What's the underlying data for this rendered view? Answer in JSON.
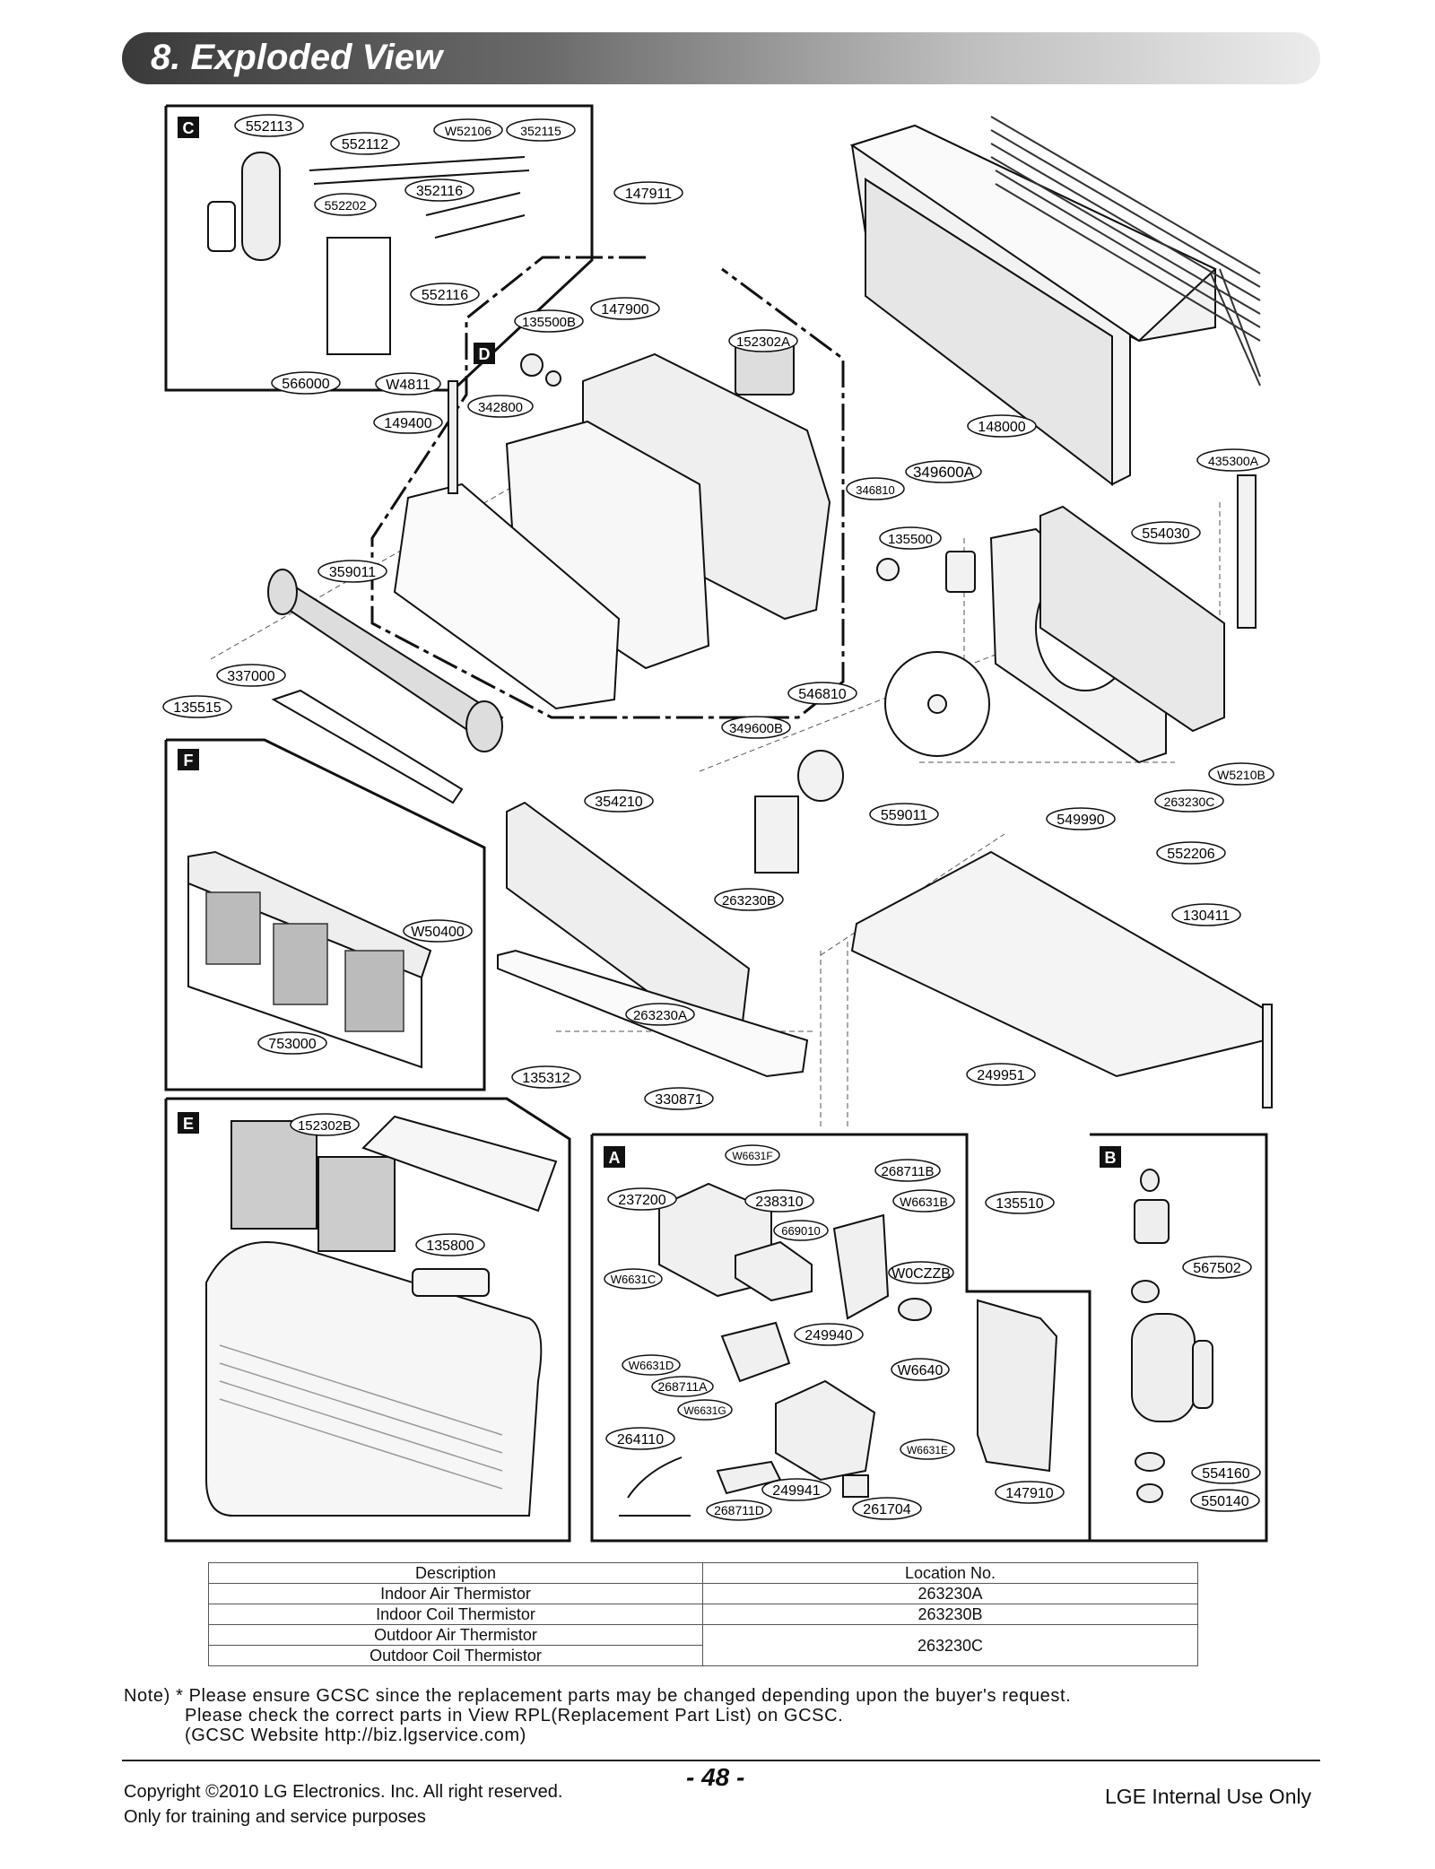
{
  "header": {
    "title": "8. Exploded View"
  },
  "sections": {
    "A": "A",
    "B": "B",
    "C": "C",
    "D": "D",
    "E": "E",
    "F": "F"
  },
  "part_labels": {
    "p552113": "552113",
    "p552112": "552112",
    "pW52106": "W52106",
    "p352115": "352115",
    "p352116": "352116",
    "p552202": "552202",
    "p552116": "552116",
    "p566000": "566000",
    "p147911": "147911",
    "p147900": "147900",
    "p135500B": "135500B",
    "p152302A": "152302A",
    "pW4811": "W4811",
    "p342800": "342800",
    "p149400": "149400",
    "p148000": "148000",
    "p349600A": "349600A",
    "p346810": "346810",
    "p135500": "135500",
    "p435300A": "435300A",
    "p554030": "554030",
    "p359011": "359011",
    "p337000": "337000",
    "p135515": "135515",
    "p546810": "546810",
    "p349600B": "349600B",
    "p354210": "354210",
    "p559011": "559011",
    "p549990": "549990",
    "p263230C": "263230C",
    "pW5210B": "W5210B",
    "p552206": "552206",
    "pW50400": "W50400",
    "p263230B": "263230B",
    "p130411": "130411",
    "p263230A": "263230A",
    "p753000": "753000",
    "p135312": "135312",
    "p330871": "330871",
    "p249951": "249951",
    "p152302B": "152302B",
    "p135800": "135800",
    "pW6631F": "W6631F",
    "p268711B": "268711B",
    "p237200": "237200",
    "p238310": "238310",
    "pW6631B": "W6631B",
    "p135510": "135510",
    "p669010": "669010",
    "pW0CZZB": "W0CZZB",
    "pW6631C": "W6631C",
    "p567502": "567502",
    "p249940": "249940",
    "pW6631D": "W6631D",
    "p268711A": "268711A",
    "pW6640": "W6640",
    "pW6631G": "W6631G",
    "p264110": "264110",
    "pW6631E": "W6631E",
    "p249941": "249941",
    "p147910": "147910",
    "p554160": "554160",
    "p268711D": "268711D",
    "p261704": "261704",
    "p550140": "550140"
  },
  "thermistor_table": {
    "headers": [
      "Description",
      "Location No."
    ],
    "rows": [
      [
        "Indoor Air Thermistor",
        "263230A"
      ],
      [
        "Indoor Coil Thermistor",
        "263230B"
      ],
      [
        "Outdoor Air Thermistor",
        "263230C"
      ],
      [
        "Outdoor Coil Thermistor",
        ""
      ]
    ]
  },
  "note": {
    "line1": "Note) * Please ensure GCSC since the replacement parts may be changed depending upon the buyer's request.",
    "line2": "Please check  the correct parts in View RPL(Replacement Part List) on GCSC.",
    "line3": "(GCSC Website  http://biz.lgservice.com)"
  },
  "footer": {
    "copyright": "Copyright ©2010 LG Electronics. Inc. All right reserved.",
    "training": "Only for training and service purposes",
    "page": "- 48 -",
    "internal": "LGE Internal Use Only"
  }
}
